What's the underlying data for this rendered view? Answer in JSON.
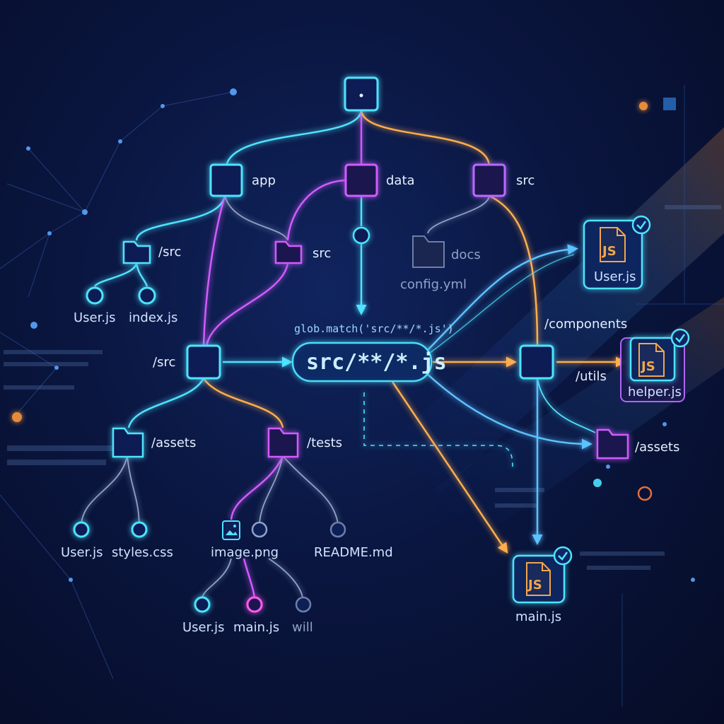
{
  "colors": {
    "cyan": "#4fe3ff",
    "magenta": "#d05cff",
    "orange": "#ffae4d",
    "blue": "#4aa8ff",
    "background": "#0a1640",
    "file_icon": "#f3a64b"
  },
  "tree": {
    "root": {
      "label": "",
      "icon": "folder-node-icon"
    },
    "level1": [
      {
        "label": "app"
      },
      {
        "label": "data"
      },
      {
        "label": "src"
      }
    ],
    "app_children": {
      "folder": "/src",
      "files": [
        "User.js",
        "index.js"
      ]
    },
    "data_children": {
      "folder": "src"
    },
    "src_children": {
      "folder": "docs",
      "file": "config.yml"
    },
    "hub": {
      "label": "/src"
    },
    "hub_children": [
      {
        "label": "/assets",
        "files": [
          "User.js",
          "styles.css"
        ]
      },
      {
        "label": "/tests",
        "files": [
          "image.png",
          "README.md"
        ]
      }
    ],
    "image_children": [
      "User.js",
      "main.js",
      "will"
    ]
  },
  "glob": {
    "call": "glob.match('src/**/*.js')",
    "pattern": "src/**/*.js"
  },
  "results": {
    "mid_node": {
      "label": "/components"
    },
    "utils_label": "/utils",
    "assets_label": "/assets",
    "matched_files": [
      {
        "name": "User.js",
        "badge": "JS",
        "status": "check-icon"
      },
      {
        "name": "helper.js",
        "badge": "JS",
        "status": "check-icon"
      },
      {
        "name": "main.js",
        "badge": "JS",
        "status": "check-icon"
      }
    ]
  }
}
